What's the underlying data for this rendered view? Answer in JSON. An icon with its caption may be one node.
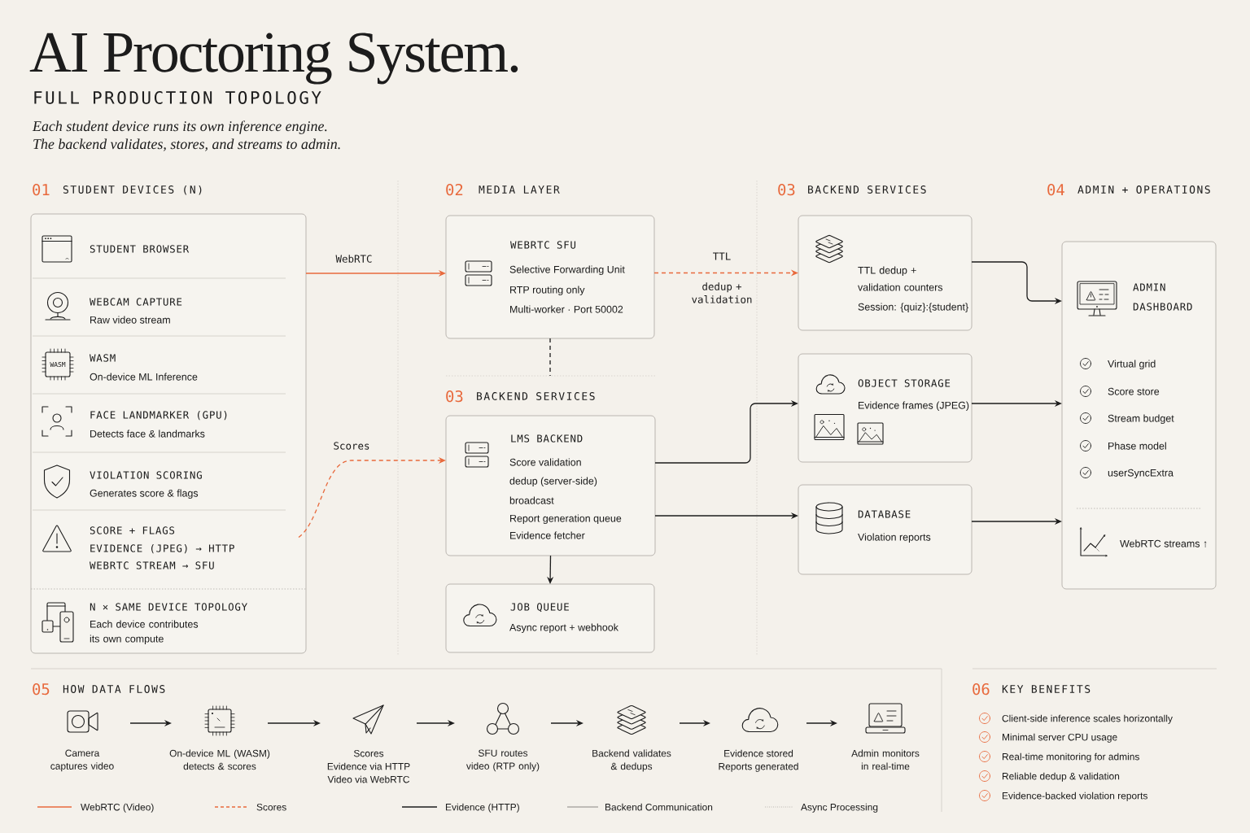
{
  "diagram": {
    "title": "AI Proctoring System.",
    "nodes": [
      {
        "text": [],
        "shape": "box"
      },
      {
        "text": [
          "STUDENT BROWSER"
        ],
        "in": 0
      },
      {
        "text": [
          "WEBCAM CAPTURE",
          "Raw video stream"
        ],
        "in": 0
      },
      {
        "text": [
          "WASM",
          "WASM",
          "On-device ML Inference"
        ],
        "in": 0
      },
      {
        "text": [
          "FACE LANDMARKER (GPU)",
          "Detects face & landmarks"
        ],
        "in": 0
      },
      {
        "text": [
          "VIOLATION SCORING",
          "Generates score & flags"
        ],
        "in": 0
      },
      {
        "text": [
          "SCORE + FLAGS",
          "EVIDENCE (JPEG) → HTTP",
          "WEBRTC STREAM → SFU"
        ],
        "in": 0
      },
      {
        "text": [
          "N × SAME DEVICE TOPOLOGY",
          "Each device contributes its own compute"
        ],
        "in": 0
      },
      {
        "text": [
          "WEBRTC SFU",
          "Selective Forwarding Unit",
          "RTP routing only",
          "Multi-worker · Port 50002"
        ]
      },
      {
        "text": [
          "LMS BACKEND",
          "Score validation",
          "dedup (server-side)",
          "broadcast",
          "Report generation queue",
          "Evidence fetcher"
        ]
      },
      {
        "text": [
          "JOB QUEUE",
          "Async report + webhook"
        ]
      },
      {
        "text": [
          "TTL dedup + validation counters",
          "Session: {quiz}:{student}"
        ]
      },
      {
        "text": [
          "OBJECT STORAGE",
          "Evidence frames (JPEG)"
        ]
      },
      {
        "text": [
          "DATABASE",
          "Violation reports"
        ]
      },
      {
        "text": [
          "ADMIN DASHBOARD",
          "Virtual grid",
          "Score store",
          "Stream budget",
          "Phase model",
          "userSyncExtra",
          "WebRTC streams ↑"
        ]
      },
      {
        "text": [
          "Camera captures video"
        ]
      },
      {
        "text": [
          "On-device ML (WASM) detects & scores"
        ]
      },
      {
        "text": [
          "Scores",
          "Evidence via HTTP",
          "Video via WebRTC"
        ]
      },
      {
        "text": [
          "SFU routes video (RTP only)"
        ]
      },
      {
        "text": [
          "Backend validates & dedups"
        ]
      },
      {
        "text": [
          "Evidence stored",
          "Reports generated"
        ]
      },
      {
        "text": [
          "Admin monitors in real-time"
        ]
      }
    ],
    "edges": [
      {
        "from": 0,
        "to": 8,
        "arrow": "to",
        "label": "WebRTC",
        "color": "#e8693c"
      },
      {
        "from": 6,
        "to": 9,
        "arrow": "to",
        "label": "Scores",
        "style": "dashed",
        "color": "#e8693c"
      },
      {
        "from": 8,
        "to": 11,
        "arrow": "to",
        "label": "TTL",
        "style": "dashed",
        "color": "#e8693c"
      },
      {
        "from": 8,
        "to": null,
        "arrow": "none",
        "style": "dashed"
      },
      {
        "from": 9,
        "to": 10,
        "arrow": "to"
      },
      {
        "from": 9,
        "to": 12,
        "arrow": "to"
      },
      {
        "from": 9,
        "to": 13,
        "arrow": "to"
      },
      {
        "from": 11,
        "to": 14,
        "arrow": "to"
      },
      {
        "from": 12,
        "to": 14,
        "arrow": "to"
      },
      {
        "from": 13,
        "to": 14,
        "arrow": "to"
      },
      {
        "from": 15,
        "to": 16,
        "arrow": "to"
      },
      {
        "from": 16,
        "to": 17,
        "arrow": "to"
      },
      {
        "from": 17,
        "to": 18,
        "arrow": "to"
      },
      {
        "from": 18,
        "to": 19,
        "arrow": "to"
      },
      {
        "from": 19,
        "to": 20,
        "arrow": "to"
      },
      {
        "from": 20,
        "to": 21,
        "arrow": "to"
      }
    ],
    "labels": [
      "FULL PRODUCTION TOPOLOGY",
      "Each student device runs its own inference engine.",
      "The backend validates, stores, and streams to admin.",
      "01",
      "STUDENT DEVICES (N)",
      "02",
      "MEDIA LAYER",
      "03",
      "BACKEND SERVICES",
      "04",
      "ADMIN + OPERATIONS",
      "dedup + validation",
      "03",
      "BACKEND SERVICES",
      "05",
      "HOW DATA FLOWS",
      "06",
      "KEY BENEFITS",
      "Client-side inference scales horizontally",
      "Minimal server CPU usage",
      "Real-time monitoring for admins",
      "Reliable dedup & validation",
      "Evidence-backed violation reports"
    ],
    "legend": [
      {
        "text": "WebRTC (Video)"
      },
      {
        "text": "Scores"
      },
      {
        "text": "Evidence (HTTP)"
      },
      {
        "text": "Backend Communication"
      },
      {
        "text": "Async Processing"
      }
    ]
  }
}
